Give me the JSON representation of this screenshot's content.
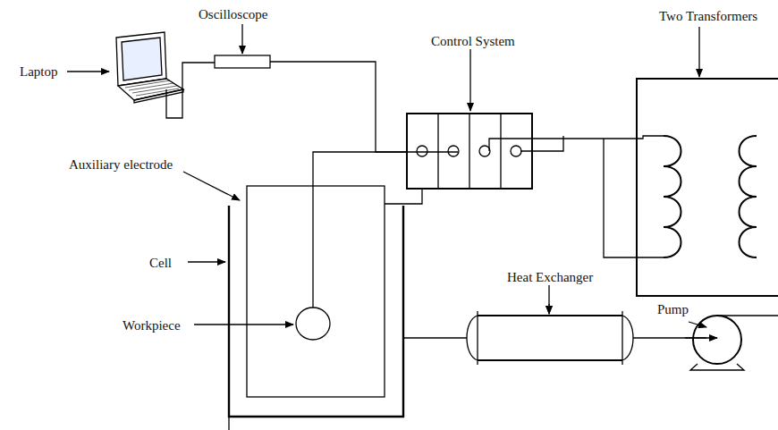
{
  "diagram": {
    "labels": [
      "Laptop",
      "Oscilloscope",
      "Two Transformers",
      "Control System",
      "Auxiliary electrode",
      "Cell",
      "Workpiece",
      "Heat Exchanger",
      "Pump"
    ]
  }
}
